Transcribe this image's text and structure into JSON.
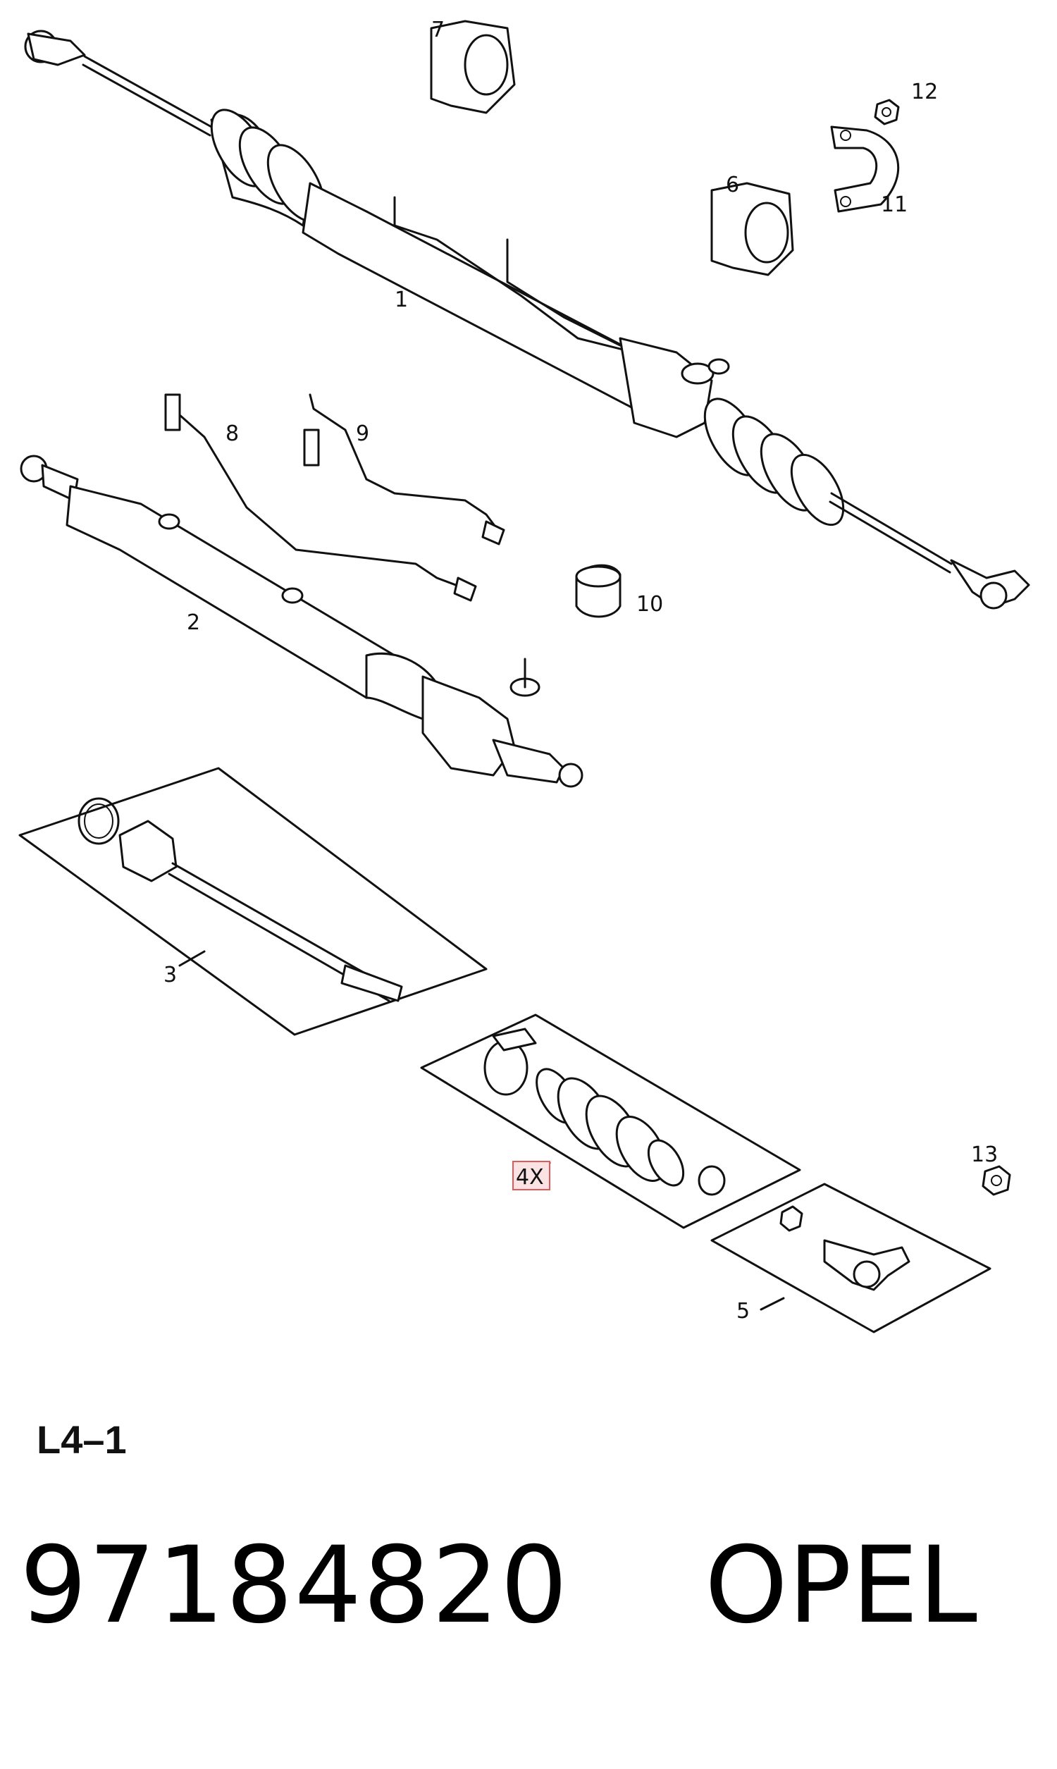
{
  "callouts": {
    "c1": "1",
    "c2": "2",
    "c3": "3",
    "c4x": "4X",
    "c5": "5",
    "c6": "6",
    "c7": "7",
    "c8": "8",
    "c9": "9",
    "c10": "10",
    "c11": "11",
    "c12": "12",
    "c13": "13"
  },
  "diagram_code": "L4–1",
  "part_number": "97184820",
  "brand": "OPEL",
  "colors": {
    "line": "#111111",
    "highlight_box": "#e05a5a",
    "highlight_fill": "#fbe3e3"
  }
}
